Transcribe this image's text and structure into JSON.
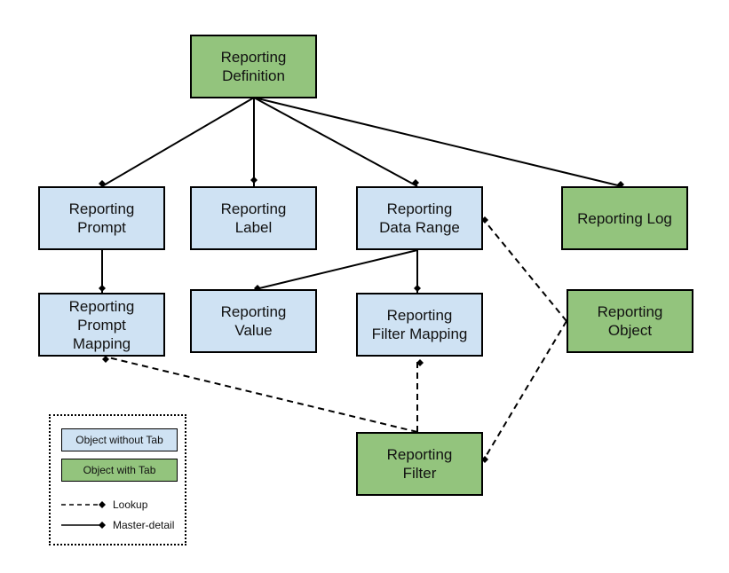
{
  "nodes": {
    "reporting_definition": "Reporting\nDefinition",
    "reporting_prompt": "Reporting\nPrompt",
    "reporting_label": "Reporting\nLabel",
    "reporting_data_range": "Reporting\nData Range",
    "reporting_log": "Reporting Log",
    "reporting_prompt_mapping": "Reporting\nPrompt\nMapping",
    "reporting_value": "Reporting\nValue",
    "reporting_filter_mapping": "Reporting\nFilter Mapping",
    "reporting_object": "Reporting\nObject",
    "reporting_filter": "Reporting\nFilter"
  },
  "colors": {
    "object_without_tab": "#cfe2f3",
    "object_with_tab": "#93c47d"
  },
  "legend": {
    "object_without_tab": "Object without Tab",
    "object_with_tab": "Object with Tab",
    "lookup": "Lookup",
    "master_detail": "Master-detail"
  }
}
